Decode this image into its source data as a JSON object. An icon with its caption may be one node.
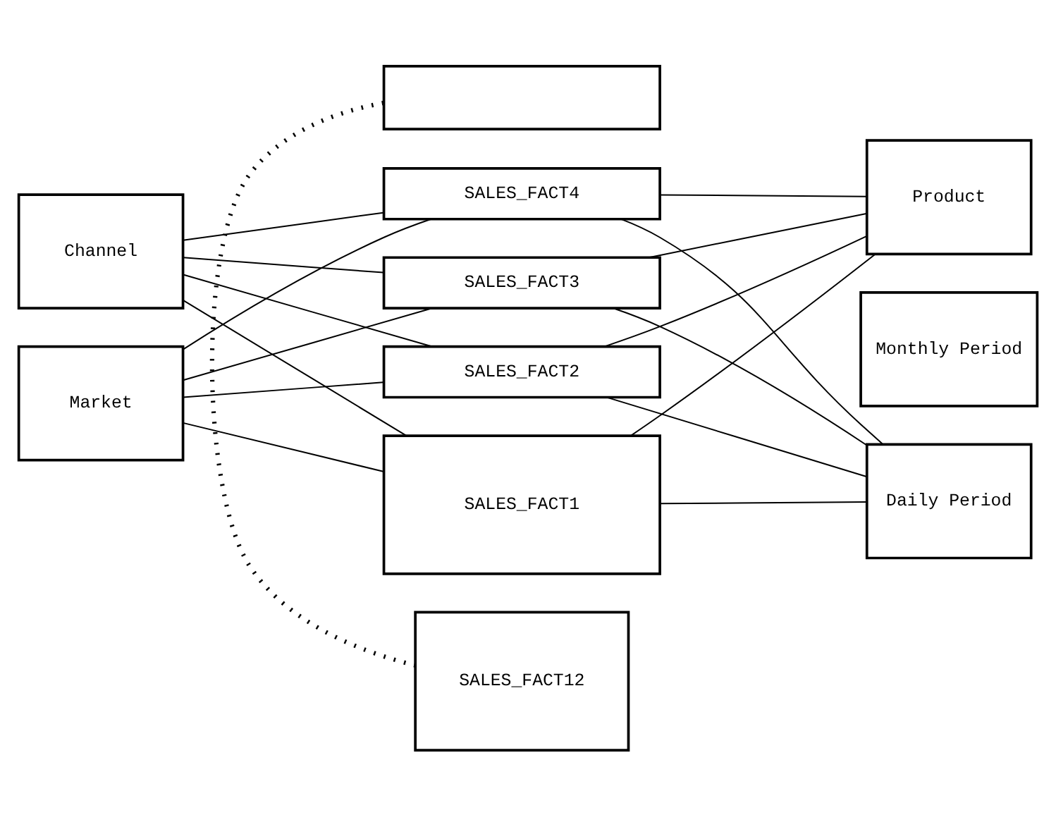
{
  "diagram": {
    "nodes": [
      {
        "text": [
          "SALES_FACT12"
        ]
      },
      {
        "text": [
          "Channel"
        ]
      },
      {
        "text": [
          "Product"
        ]
      },
      {
        "text": [],
        "shape": "box"
      },
      {
        "text": [
          "SALES_FACT4"
        ]
      },
      {
        "text": [
          "SALES_FACT3"
        ]
      },
      {
        "text": [
          "SALES_FACT2"
        ]
      },
      {
        "text": [
          "SALES_FACT1"
        ]
      },
      {
        "text": [
          "Monthly Period"
        ]
      },
      {
        "text": [
          "Market"
        ]
      },
      {
        "text": [
          "Daily Period"
        ]
      }
    ],
    "edges": [
      {
        "from": 3,
        "to": 0,
        "arrow": "none",
        "style": "dashed"
      },
      {
        "from": 1,
        "to": 4,
        "arrow": "none"
      },
      {
        "from": 1,
        "to": 5,
        "arrow": "none"
      },
      {
        "from": 1,
        "to": 6,
        "arrow": "none"
      },
      {
        "from": 1,
        "to": 7,
        "arrow": "none"
      },
      {
        "from": 2,
        "to": 4,
        "arrow": "none"
      },
      {
        "from": 2,
        "to": 5,
        "arrow": "none"
      },
      {
        "from": 2,
        "to": 6,
        "arrow": "none"
      },
      {
        "from": 2,
        "to": 7,
        "arrow": "none"
      },
      {
        "from": 9,
        "to": 7,
        "arrow": "none"
      },
      {
        "from": 9,
        "to": 6,
        "arrow": "none"
      },
      {
        "from": 9,
        "to": 5,
        "arrow": "none"
      },
      {
        "from": 9,
        "to": 4,
        "arrow": "none"
      },
      {
        "from": 10,
        "to": 7,
        "arrow": "none"
      },
      {
        "from": 10,
        "to": 6,
        "arrow": "none"
      },
      {
        "from": 10,
        "to": 5,
        "arrow": "none"
      },
      {
        "from": 10,
        "to": 4,
        "arrow": "none"
      }
    ]
  }
}
